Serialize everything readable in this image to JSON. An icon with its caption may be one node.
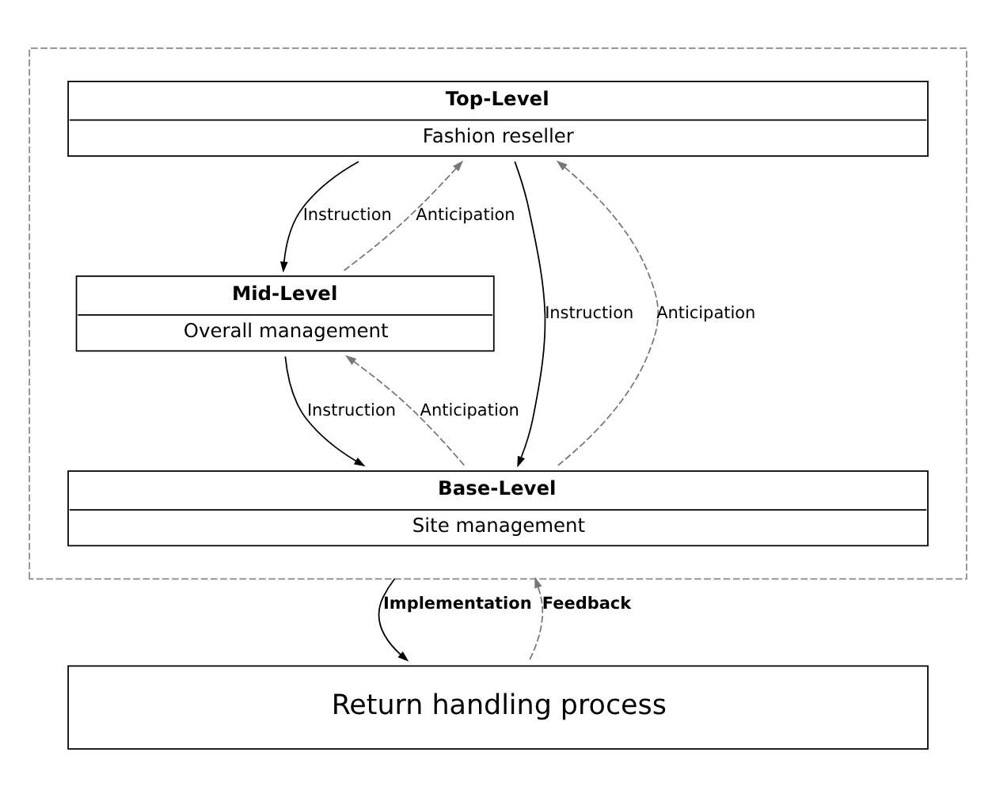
{
  "diagram": {
    "nodes": [
      {
        "text": [],
        "shape": "box"
      },
      {
        "text": [
          "Top-Level",
          "Fashion reseller"
        ],
        "in": 0
      },
      {
        "text": [
          "Mid-Level",
          "Overall management"
        ],
        "in": 0
      },
      {
        "text": [
          "Base-Level",
          "Site management"
        ],
        "in": 0
      },
      {
        "text": [
          "Return handling process"
        ]
      }
    ],
    "edges": [
      {
        "from": 1,
        "to": 2,
        "arrow": "to",
        "label": "Instruction"
      },
      {
        "from": 2,
        "to": 1,
        "arrow": "to",
        "label": "Anticipation",
        "style": "dashed",
        "color": "#777777"
      },
      {
        "from": 2,
        "to": 3,
        "arrow": "to",
        "label": "Instruction"
      },
      {
        "from": 3,
        "to": 2,
        "arrow": "to",
        "label": "Anticipation",
        "style": "dashed",
        "color": "#777777"
      },
      {
        "from": 1,
        "to": 3,
        "arrow": "to",
        "label": "Instruction"
      },
      {
        "from": 3,
        "to": 1,
        "arrow": "to",
        "label": "Anticipation",
        "style": "dashed",
        "color": "#777777"
      },
      {
        "from": 0,
        "to": 4,
        "arrow": "to",
        "label": "Implementation"
      },
      {
        "from": 4,
        "to": 0,
        "arrow": "to",
        "label": "Feedback",
        "style": "dashed",
        "color": "#777777"
      }
    ]
  }
}
